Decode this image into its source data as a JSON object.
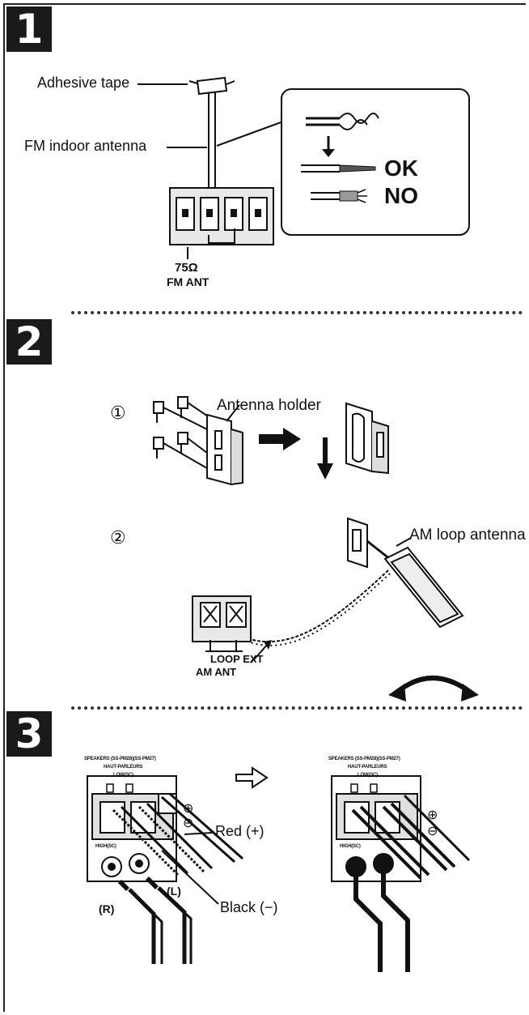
{
  "steps": [
    {
      "number": "1",
      "labels": {
        "adhesive_tape": "Adhesive tape",
        "fm_indoor_antenna": "FM indoor antenna",
        "ok": "OK",
        "no": "NO",
        "ohm": "75Ω",
        "fm_ant": "FM ANT"
      }
    },
    {
      "number": "2",
      "substeps": [
        {
          "marker": "①",
          "label": "Antenna holder"
        },
        {
          "marker": "②",
          "label": "AM loop antenna"
        }
      ],
      "terminal_labels": {
        "loop_ext": "LOOP EXT",
        "am_ant": "AM ANT"
      }
    },
    {
      "number": "3",
      "panel_labels": {
        "speakers": "SPEAKERS (SS-PM28)(SS-PM27)",
        "haut_parleurs": "HAUT-PARLEURS",
        "low": "LOW(SC)",
        "high": "HIGH(SC)"
      },
      "labels": {
        "red": "Red (+)",
        "black": "Black (−)",
        "right": "(R)",
        "left": "(L)",
        "plus": "⊕",
        "minus": "⊖"
      }
    }
  ]
}
